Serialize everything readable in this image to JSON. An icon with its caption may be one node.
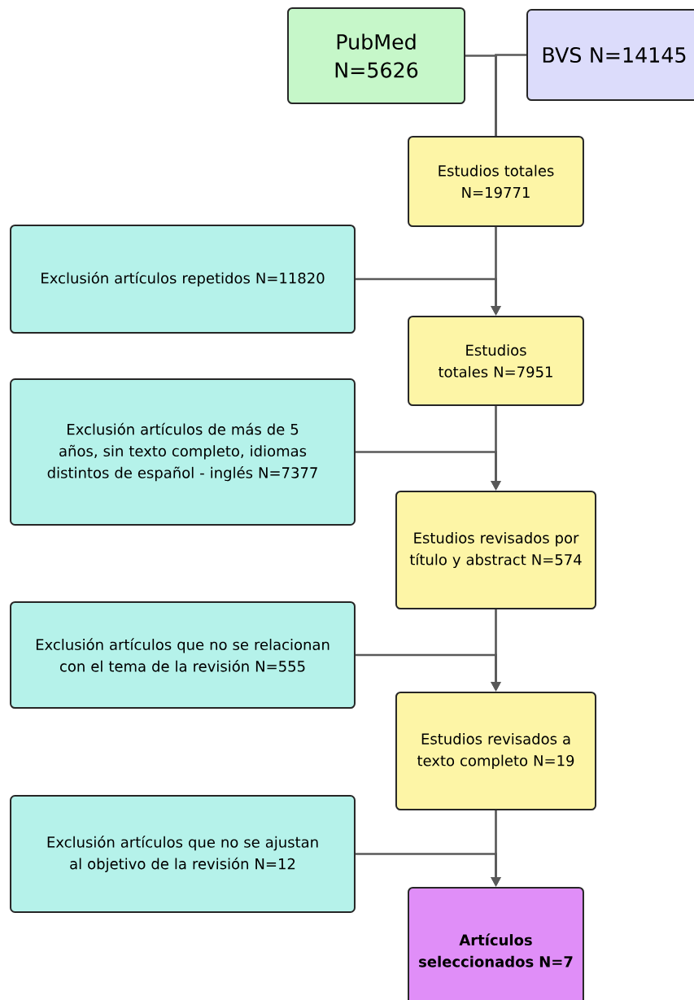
{
  "diagram": {
    "nodes": [
      {
        "text": [
          "PubMed N=5626"
        ]
      },
      {
        "text": [
          "BVS N=14145"
        ]
      },
      {
        "text": [
          "Estudios totales N=19771"
        ]
      },
      {
        "text": [
          "Exclusión artículos repetidos N=11820"
        ]
      },
      {
        "text": [
          "Estudios totales N=7951"
        ]
      },
      {
        "text": [
          "Exclusión artículos de más de 5 años, sin texto completo, idiomas distintos de español - inglés N=7377"
        ]
      },
      {
        "text": [
          "Estudios revisados por título y abstract N=574"
        ]
      },
      {
        "text": [
          "Exclusión artículos que no se relacionan con el tema de la revisión N=555"
        ]
      },
      {
        "text": [
          "Estudios revisados a texto completo N=19"
        ]
      },
      {
        "text": [
          "Exclusión artículos que no se ajustan al objetivo de la revisión N=12"
        ]
      },
      {
        "text": [
          "Artículos seleccionados N=7"
        ]
      }
    ],
    "edges": [
      {
        "from": 0,
        "to": 2,
        "arrow": "none"
      },
      {
        "from": 1,
        "to": 2,
        "arrow": "none"
      },
      {
        "from": 2,
        "to": 4,
        "arrow": "to"
      },
      {
        "from": 3,
        "to": 4,
        "arrow": "to"
      },
      {
        "from": 4,
        "to": 6,
        "arrow": "to"
      },
      {
        "from": 5,
        "to": 6,
        "arrow": "to"
      },
      {
        "from": 6,
        "to": 8,
        "arrow": "to"
      },
      {
        "from": 7,
        "to": 8,
        "arrow": "to"
      },
      {
        "from": 8,
        "to": 10,
        "arrow": "to"
      },
      {
        "from": 9,
        "to": 10,
        "arrow": "to"
      }
    ]
  }
}
